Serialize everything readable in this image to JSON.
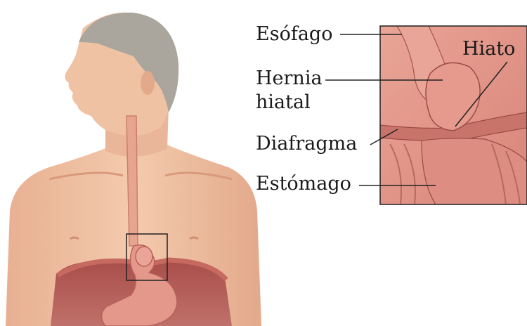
{
  "labels": {
    "esofago": "Esófago",
    "hernia_line1": "Hernia",
    "hernia_line2": "hiatal",
    "diafragma": "Diafragma",
    "estomago": "Estómago",
    "hiato": "Hiato"
  },
  "colors": {
    "skin": "#f1c3a3",
    "skin_shadow": "#d99a7c",
    "hair": "#a8a49d",
    "cavity": "#b25a55",
    "organ": "#dd8f86",
    "organ_light": "#f0b5aa",
    "diaphragm": "#c66a60",
    "frame": "#222222"
  }
}
